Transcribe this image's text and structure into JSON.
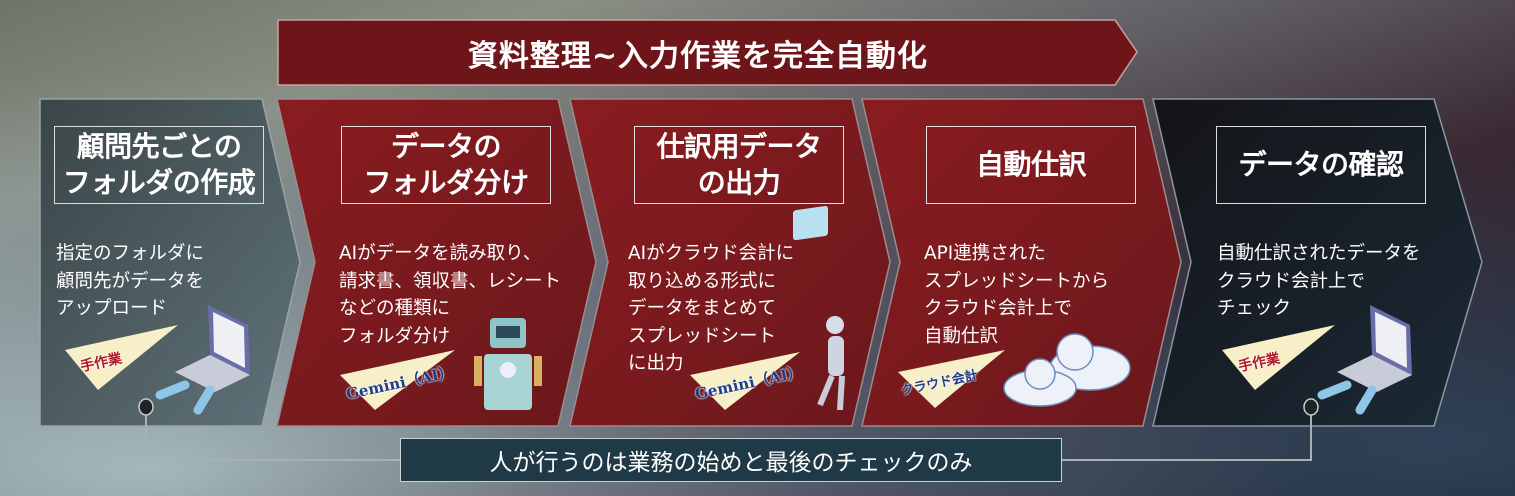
{
  "banner": {
    "title": "資料整理~入力作業を完全自動化"
  },
  "steps": [
    {
      "title": "顧問先ごとの\nフォルダの作成",
      "body": "指定のフォルダに\n顧問先がデータを\nアップロード",
      "tag": "手作業",
      "illustration": "laptop-icon"
    },
    {
      "title": "データの\nフォルダ分け",
      "body": "AIがデータを読み取り、\n請求書、領収書、レシート\nなどの種類に\nフォルダ分け",
      "tag": "Gemini（AI）",
      "illustration": "robot-icon"
    },
    {
      "title": "仕訳用データ\nの出力",
      "body": "AIがクラウド会計に\n取り込める形式に\nデータをまとめて\nスプレッドシート\nに出力",
      "tag": "Gemini（AI）",
      "illustration": "android-icon"
    },
    {
      "title": "自動仕訳",
      "body": "API連携された\nスプレッドシートから\nクラウド会計上で\n自動仕訳",
      "tag": "クラウド会計",
      "illustration": "cloud-icon"
    },
    {
      "title": "データの確認",
      "body": "自動仕訳されたデータを\nクラウド会計上で\nチェック",
      "tag": "手作業",
      "illustration": "laptop-icon"
    }
  ],
  "footer": {
    "note": "人が行うのは業務の始めと最後のチェックのみ"
  },
  "colors": {
    "ai_step": "#7a1a1e",
    "manual_step_start": "#4a585c",
    "manual_step_end": "#161a24",
    "footer": "#1f3a46"
  }
}
